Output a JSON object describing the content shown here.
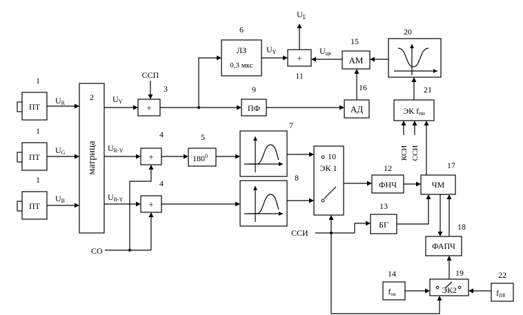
{
  "blocks": {
    "pt_r": {
      "label": "ПТ",
      "num": "1",
      "in_sym": "U",
      "in_sub": "R"
    },
    "pt_g": {
      "label": "ПТ",
      "num": "1",
      "in_sym": "U",
      "in_sub": "G"
    },
    "pt_b": {
      "label": "ПТ",
      "num": "1",
      "in_sym": "U",
      "in_sub": "B"
    },
    "matrix": {
      "label": "матрица",
      "num": "2"
    },
    "adder3": {
      "label": "+",
      "num": "3"
    },
    "adder4a": {
      "label": "+",
      "num": "4"
    },
    "adder4b": {
      "label": "+",
      "num": "4"
    },
    "phase180": {
      "label": "180",
      "sup": "0",
      "num": "5"
    },
    "delay_line": {
      "label": "ЛЗ",
      "value": "0,3 мкс",
      "num": "6"
    },
    "filter7": {
      "num": "7"
    },
    "filter8": {
      "num": "8"
    },
    "bandpass": {
      "label": "ПФ",
      "num": "9"
    },
    "switch1": {
      "label": "ЭК 1",
      "num": "10"
    },
    "adder11": {
      "label": "+",
      "num": "11"
    },
    "lpf": {
      "label": "ФНЧ",
      "num": "12"
    },
    "gen": {
      "label": "БГ",
      "num": "13"
    },
    "f_src14": {
      "sym": "f",
      "sub": "пв",
      "num": "14"
    },
    "am": {
      "label": "АМ",
      "num": "15"
    },
    "ad": {
      "label": "АД",
      "num": "16"
    },
    "fm": {
      "label": "ЧМ",
      "num": "17"
    },
    "pll": {
      "label": "ФАПЧ",
      "num": "18"
    },
    "switch2": {
      "label": "ЭК2",
      "num": "19"
    },
    "filter20": {
      "num": "20"
    },
    "switch21": {
      "label": "ЭК f",
      "sub": "пн",
      "num": "21"
    },
    "f_src22": {
      "sym": "f",
      "sub": "ПR",
      "num": "22"
    }
  },
  "signals": {
    "uy_matrix": {
      "sym": "U",
      "sub": "Y"
    },
    "ur_y": {
      "sym": "U",
      "sub": "R-Y"
    },
    "ub_y": {
      "sym": "U",
      "sub": "B-Y"
    },
    "uy_delay": {
      "sym": "U",
      "sub": "Y"
    },
    "u_sum": {
      "sym": "U",
      "sub": "Σ"
    },
    "u_cv": {
      "sym": "U",
      "sub": "цв"
    },
    "ssp": "ССП",
    "ssi_in": "ССИ",
    "co": "СО",
    "ksi_vert": "КСИ",
    "ssi_vert": "ССИ"
  }
}
